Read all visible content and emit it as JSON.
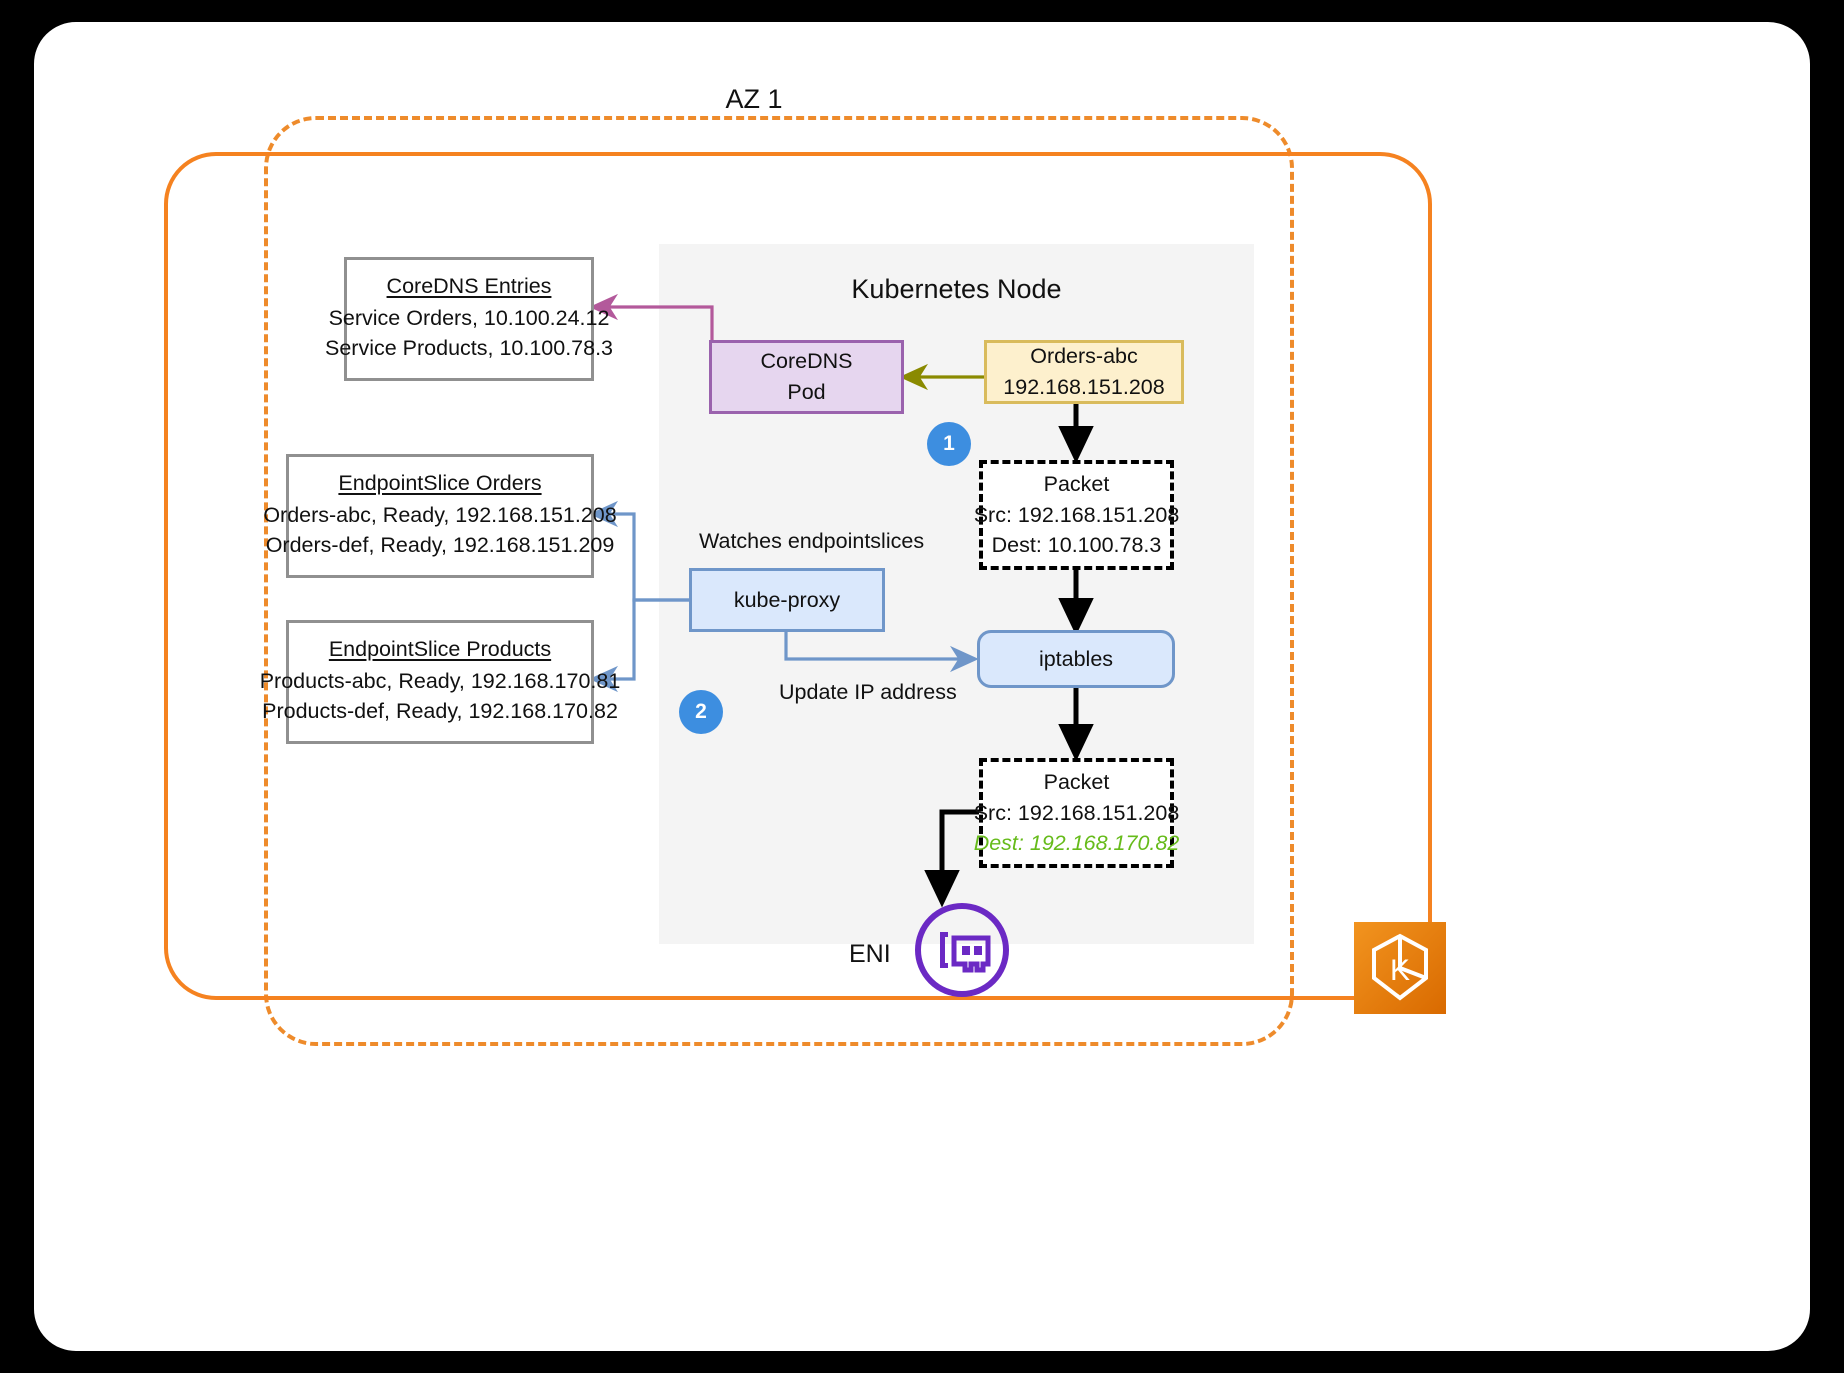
{
  "diagram": {
    "az_title": "AZ 1",
    "node_title": "Kubernetes Node"
  },
  "boxes": {
    "coredns_entries": {
      "title": "CoreDNS Entries",
      "rows": [
        "Service Orders, 10.100.24.12",
        "Service Products, 10.100.78.3"
      ]
    },
    "endpointslice_orders": {
      "title": "EndpointSlice Orders",
      "rows": [
        "Orders-abc, Ready, 192.168.151.208",
        "Orders-def, Ready, 192.168.151.209"
      ]
    },
    "endpointslice_products": {
      "title": "EndpointSlice Products",
      "rows": [
        "Products-abc, Ready, 192.168.170.81",
        "Products-def, Ready, 192.168.170.82"
      ]
    },
    "coredns_pod": {
      "line1": "CoreDNS",
      "line2": "Pod"
    },
    "orders_pod": {
      "line1": "Orders-abc",
      "line2": "192.168.151.208"
    },
    "kube_proxy": {
      "label": "kube-proxy"
    },
    "iptables": {
      "label": "iptables"
    },
    "packet_top": {
      "title": "Packet",
      "src": "Src: 192.168.151.208",
      "dest": "Dest: 10.100.78.3"
    },
    "packet_bottom": {
      "title": "Packet",
      "src": "Src: 192.168.151.208",
      "dest": "Dest: 192.168.170.82"
    }
  },
  "labels": {
    "watches_endpointslices": "Watches endpointslices",
    "update_ip_address": "Update IP address",
    "eni": "ENI"
  },
  "badges": {
    "one": "1",
    "two": "2"
  },
  "colors": {
    "orange_dashed": "#ee8b2b",
    "orange_solid": "#f58220",
    "node_panel": "#f4f4f4",
    "pod_purple_fill": "#e6d6ef",
    "pod_purple_border": "#9a62ad",
    "pod_yellow_fill": "#fdf0cd",
    "pod_yellow_border": "#d9bb5c",
    "blue_fill": "#dae8fc",
    "blue_border": "#6f96c9",
    "badge_blue": "#3d8ee0",
    "dest_green": "#66bb1a",
    "arrow_magenta": "#b3599b",
    "arrow_olive": "#8a8a00",
    "arrow_blue": "#6f96c9",
    "eni_purple": "#6b29c4",
    "eks_orange": "#ed7100"
  }
}
